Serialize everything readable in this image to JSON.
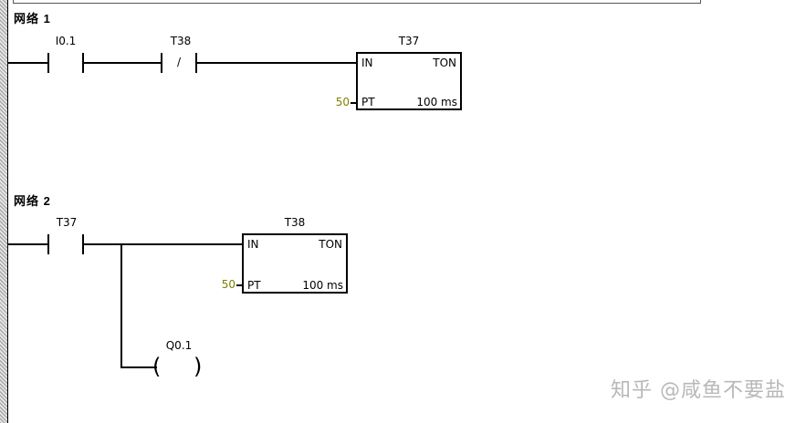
{
  "networks": [
    {
      "title": "网络 1",
      "contacts": [
        {
          "label": "I0.1",
          "type": "NO"
        },
        {
          "label": "T38",
          "type": "NC",
          "symbol": "/"
        }
      ],
      "timer": {
        "name": "T37",
        "type": "TON",
        "in": "IN",
        "pt": "PT",
        "preset": "50",
        "resolution": "100 ms"
      }
    },
    {
      "title": "网络 2",
      "contacts": [
        {
          "label": "T37",
          "type": "NO"
        }
      ],
      "timer": {
        "name": "T38",
        "type": "TON",
        "in": "IN",
        "pt": "PT",
        "preset": "50",
        "resolution": "100 ms"
      },
      "coil": {
        "label": "Q0.1",
        "left": "(",
        "right": ")"
      }
    }
  ],
  "watermark": "知乎 @咸鱼不要盐"
}
